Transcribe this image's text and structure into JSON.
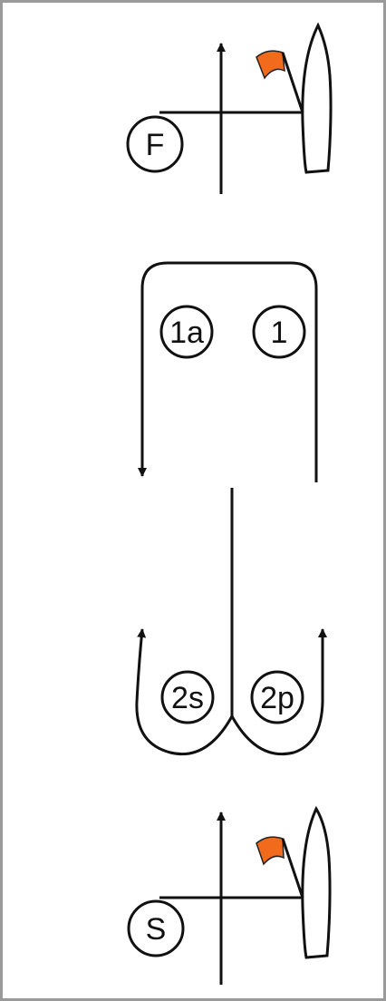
{
  "marks": {
    "finish": "F",
    "mark_1a": "1a",
    "mark_1": "1",
    "mark_2s": "2s",
    "mark_2p": "2p",
    "start": "S"
  },
  "colors": {
    "line": "#111111",
    "flag": "#f26a1b",
    "border": "#9a9a9a",
    "background": "#ffffff"
  },
  "icons": {
    "committee_boat": "boat-icon",
    "flag": "flag-icon"
  }
}
